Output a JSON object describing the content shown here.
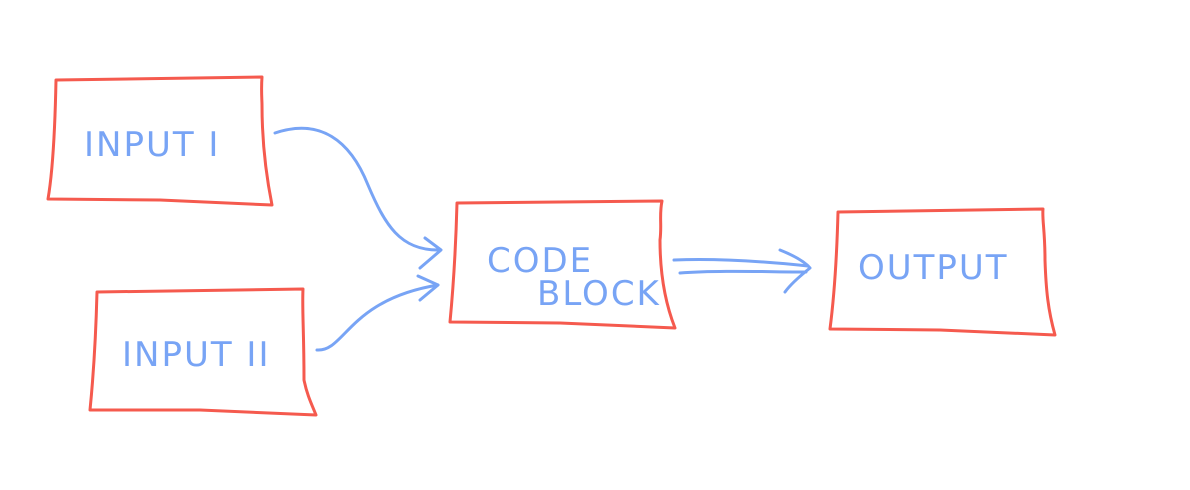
{
  "diagram": {
    "nodes": {
      "input1": {
        "label": "INPUT I"
      },
      "input2": {
        "label": "INPUT II"
      },
      "code_block": {
        "label_line1": "CODE",
        "label_line2": "BLOCK"
      },
      "output": {
        "label": "OUTPUT"
      }
    },
    "edges": [
      {
        "from": "INPUT I",
        "to": "CODE BLOCK"
      },
      {
        "from": "INPUT II",
        "to": "CODE BLOCK"
      },
      {
        "from": "CODE BLOCK",
        "to": "OUTPUT"
      }
    ],
    "colors": {
      "box_stroke": "#f55a4e",
      "ink": "#78a4f5",
      "background": "#ffffff"
    }
  }
}
